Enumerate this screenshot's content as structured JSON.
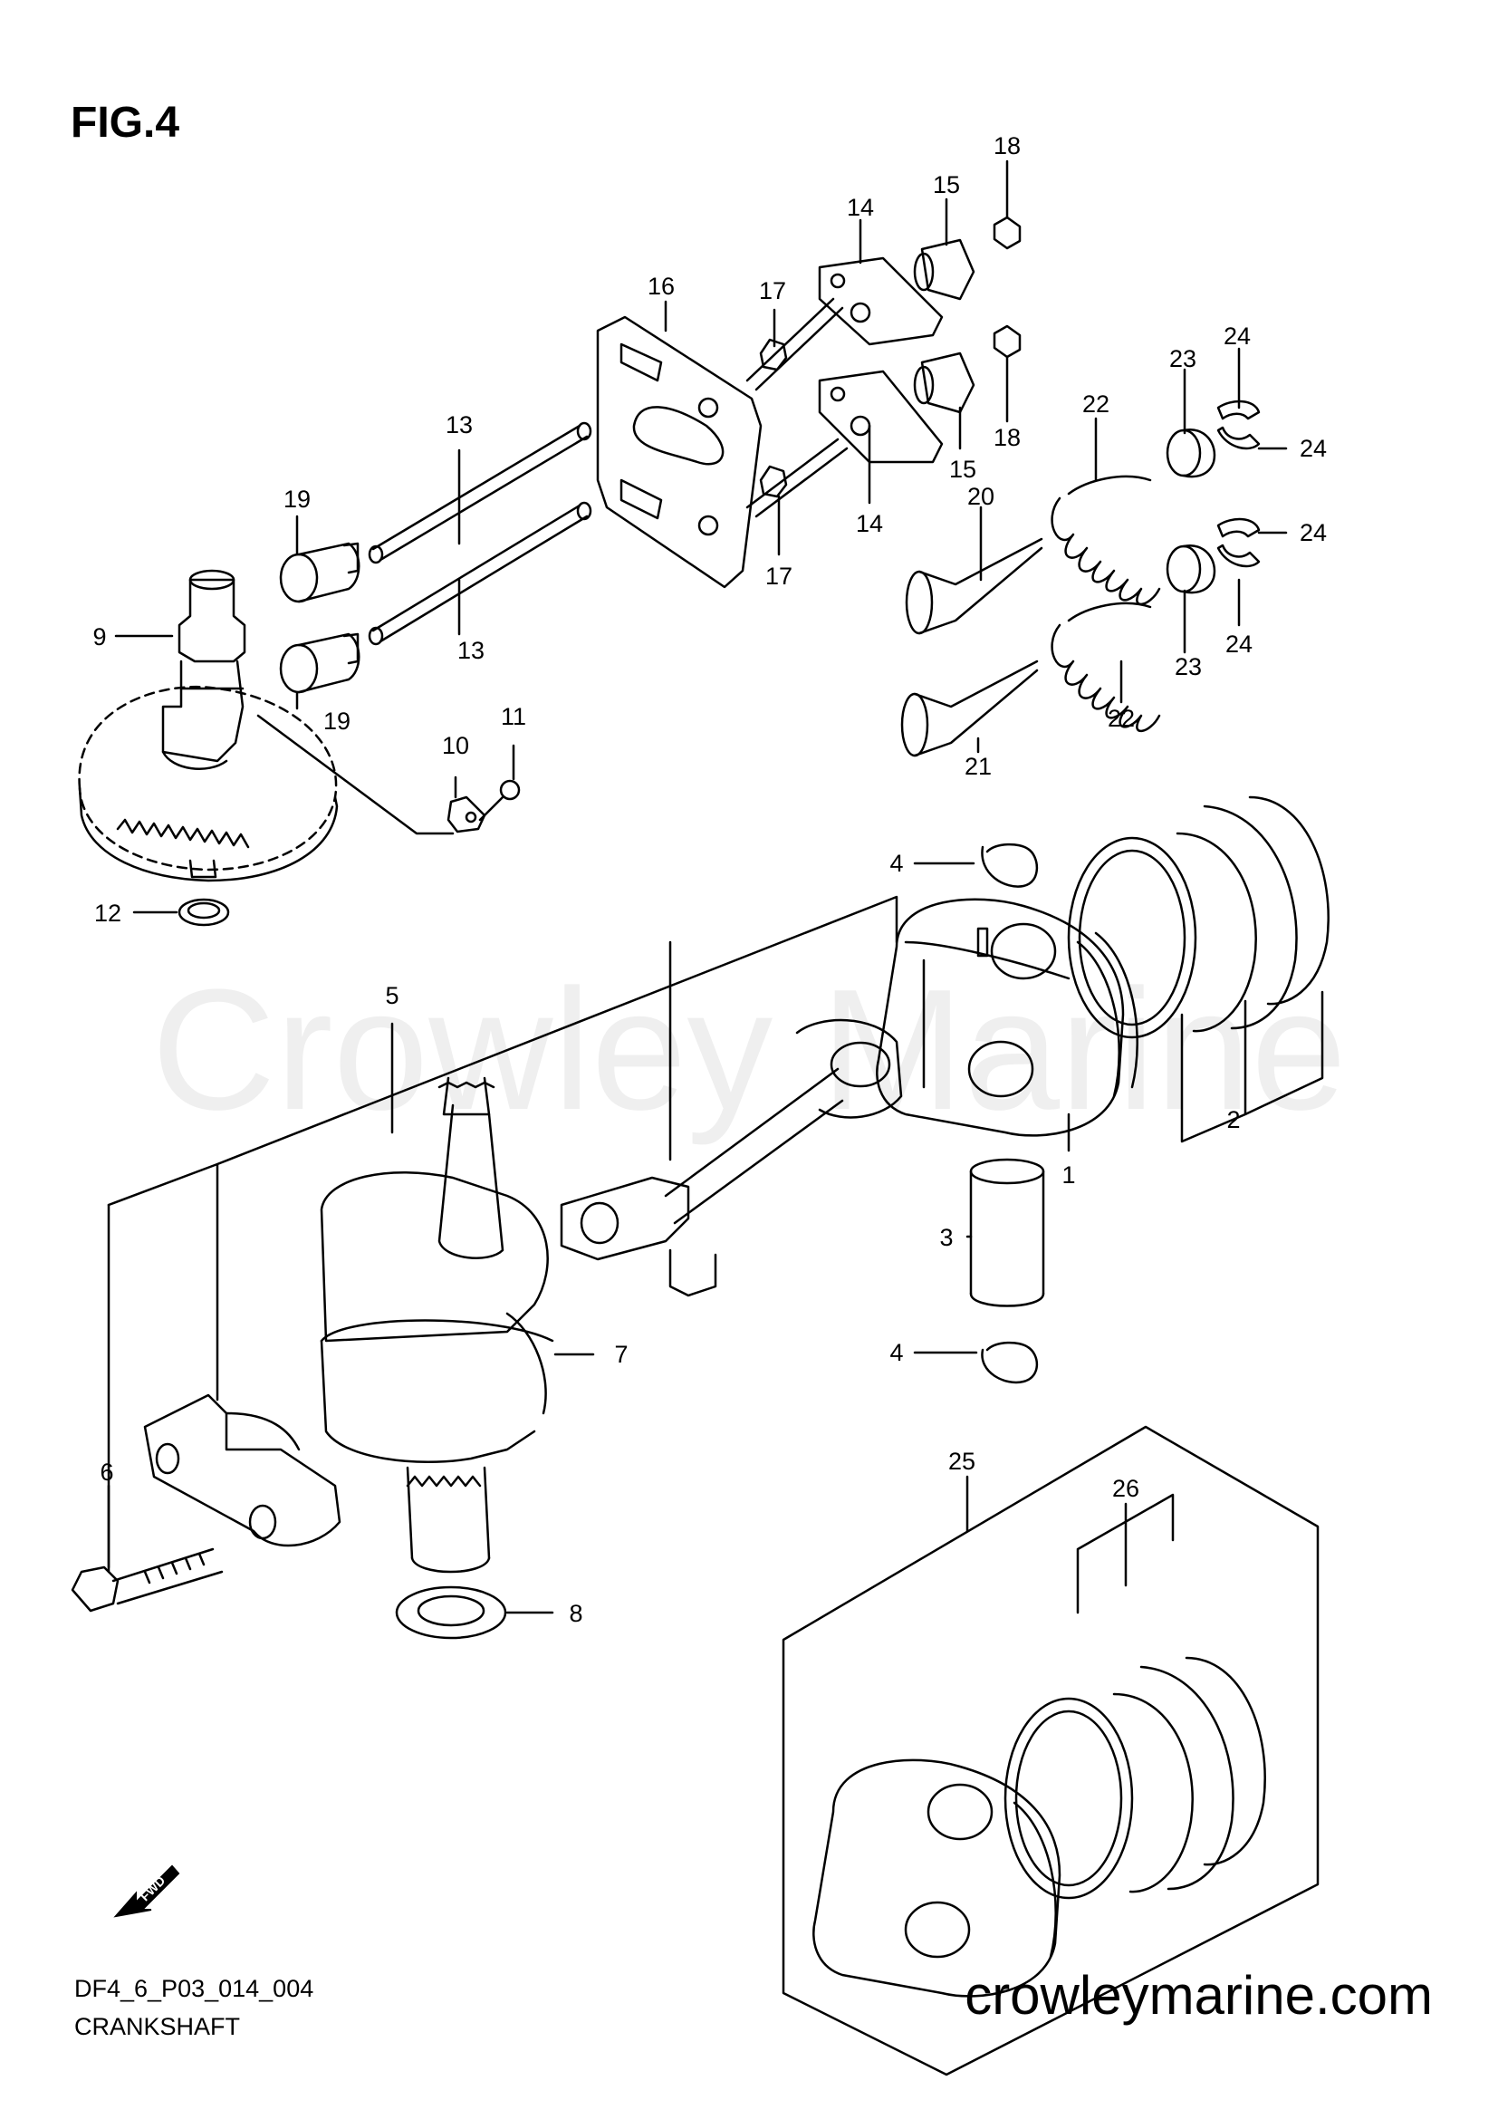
{
  "figure_label": "FIG.4",
  "watermark_text": "Crowley Marine",
  "diagram_code": "DF4_6_P03_014_004",
  "caption": "CRANKSHAFT",
  "website": "crowleymarine.com",
  "fwd_badge": "FWD",
  "callouts": {
    "c1": "1",
    "c2": "2",
    "c3": "3",
    "c4a": "4",
    "c4b": "4",
    "c5": "5",
    "c6": "6",
    "c7": "7",
    "c8": "8",
    "c9": "9",
    "c10": "10",
    "c11": "11",
    "c12": "12",
    "c13a": "13",
    "c13b": "13",
    "c14a": "14",
    "c14b": "14",
    "c15a": "15",
    "c15b": "15",
    "c16": "16",
    "c17a": "17",
    "c17b": "17",
    "c18a": "18",
    "c18b": "18",
    "c19a": "19",
    "c19b": "19",
    "c20": "20",
    "c21": "21",
    "c22a": "22",
    "c22b": "22",
    "c23a": "23",
    "c23b": "23",
    "c24a": "24",
    "c24b": "24",
    "c24c": "24",
    "c24d": "24",
    "c25": "25",
    "c26": "26"
  }
}
